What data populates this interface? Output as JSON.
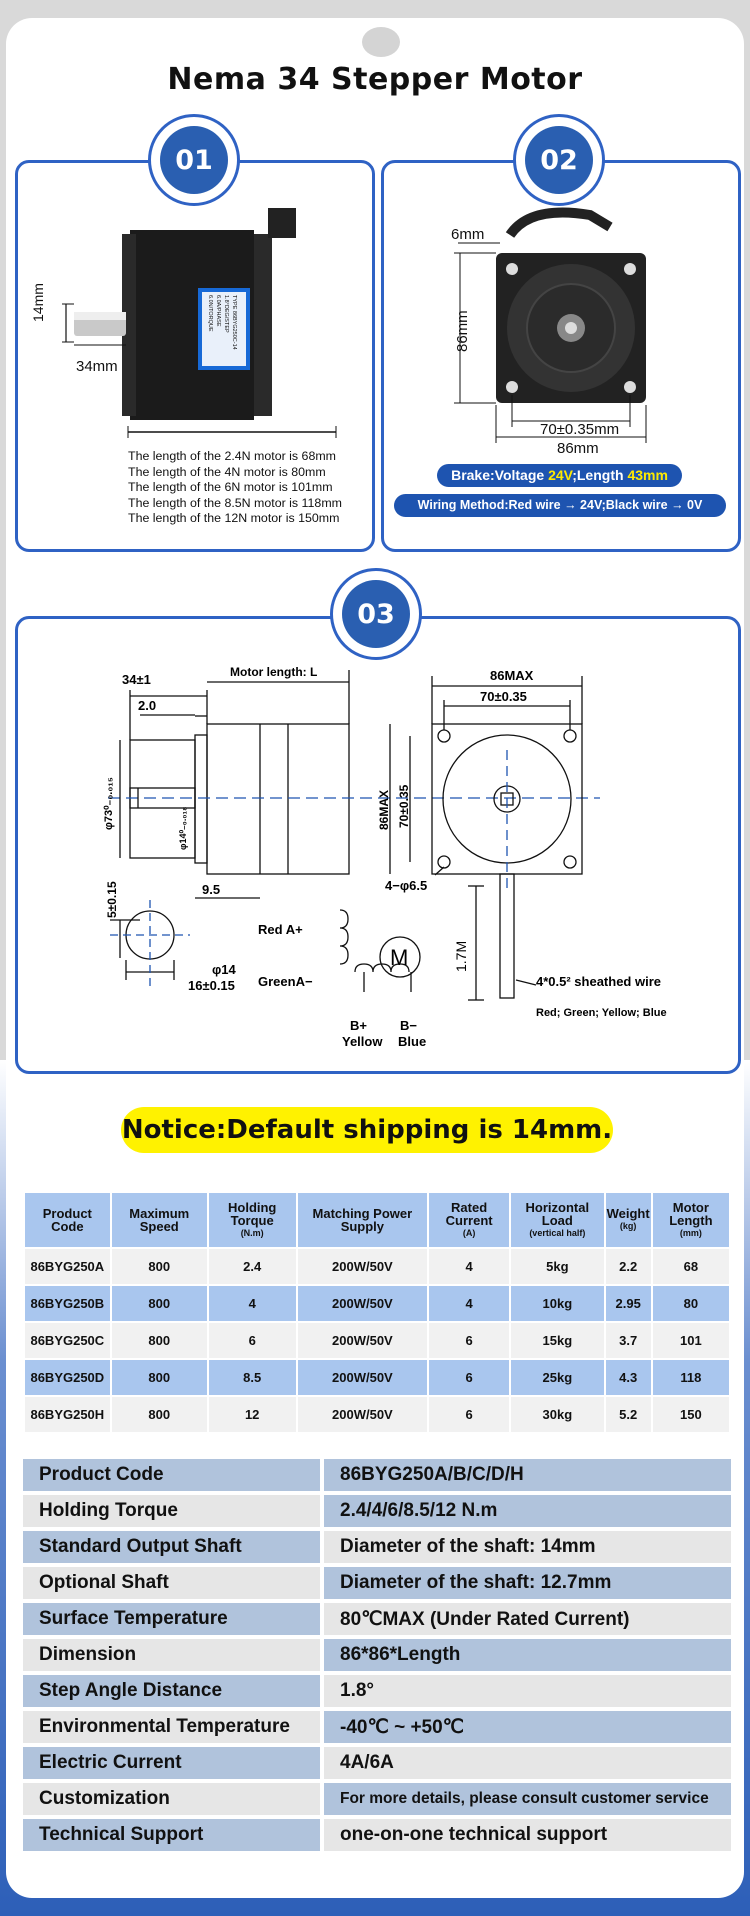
{
  "page_title": "Nema 34 Stepper Motor",
  "panels": {
    "p1": {
      "number": "01",
      "shaft_length": "14mm",
      "front_length": "34mm",
      "label_sticker": "TYPE 86BYG250C-14",
      "lengths": [
        "The length of the 2.4N motor is 68mm",
        "The length of the 4N motor is 80mm",
        "The length of the 6N motor is 101mm",
        "The length of the 8.5N motor is 118mm",
        "The length of the 12N motor is 150mm"
      ]
    },
    "p2": {
      "number": "02",
      "dim_6": "6mm",
      "dim_86_v": "86mm",
      "dim_70": "70±0.35mm",
      "dim_86_h": "86mm",
      "brake_prefix": "Brake:Voltage ",
      "brake_voltage": "24V",
      "brake_mid": ";Length ",
      "brake_length": "43mm",
      "wiring": "Wiring Method:Red wire → 24V;Black wire → 0V"
    },
    "p3": {
      "number": "03",
      "motor_length": "Motor length: L",
      "d34": "34±1",
      "d2": "2.0",
      "d73": "φ73⁰₋₀.₀₁₅",
      "d14": "φ14⁰₋₀.₀₁₈",
      "d95": "9.5",
      "d5": "5±0.15",
      "phi14": "φ14",
      "d16": "16±0.15",
      "d86max": "86MAX",
      "d70": "70±0.35",
      "d86max_v": "86MAX",
      "d70_v": "70±0.35",
      "holes": "4−φ6.5",
      "wire_len": "1.7M",
      "wire_desc": "4*0.5² sheathed wire",
      "wire_colors": "Red; Green; Yellow; Blue",
      "red": "Red A+",
      "green": "GreenA−",
      "bplus": "B+",
      "yellow": "Yellow",
      "bminus": "B−",
      "blue": "Blue",
      "motor_symbol": "M"
    }
  },
  "notice": "Notice:Default shipping is 14mm.",
  "table": {
    "headers": [
      {
        "t": "Product Code",
        "s": ""
      },
      {
        "t": "Maximum Speed",
        "s": ""
      },
      {
        "t": "Holding Torque",
        "s": "(N.m)"
      },
      {
        "t": "Matching Power Supply",
        "s": ""
      },
      {
        "t": "Rated Current",
        "s": "(A)"
      },
      {
        "t": "Horizontal Load",
        "s": "(vertical half)"
      },
      {
        "t": "Weight",
        "s": "(kg)"
      },
      {
        "t": "Motor Length",
        "s": "(mm)"
      }
    ],
    "rows": [
      [
        "86BYG250A",
        "800",
        "2.4",
        "200W/50V",
        "4",
        "5kg",
        "2.2",
        "68"
      ],
      [
        "86BYG250B",
        "800",
        "4",
        "200W/50V",
        "4",
        "10kg",
        "2.95",
        "80"
      ],
      [
        "86BYG250C",
        "800",
        "6",
        "200W/50V",
        "6",
        "15kg",
        "3.7",
        "101"
      ],
      [
        "86BYG250D",
        "800",
        "8.5",
        "200W/50V",
        "6",
        "25kg",
        "4.3",
        "118"
      ],
      [
        "86BYG250H",
        "800",
        "12",
        "200W/50V",
        "6",
        "30kg",
        "5.2",
        "150"
      ]
    ]
  },
  "specs": [
    {
      "k": "Product Code",
      "v": "86BYG250A/B/C/D/H"
    },
    {
      "k": "Holding Torque",
      "v": "2.4/4/6/8.5/12 N.m"
    },
    {
      "k": "Standard Output Shaft",
      "v": "Diameter of the shaft: 14mm"
    },
    {
      "k": "Optional Shaft",
      "v": "Diameter of the shaft: 12.7mm"
    },
    {
      "k": "Surface Temperature",
      "v": "80℃MAX (Under Rated Current)"
    },
    {
      "k": "Dimension",
      "v": "86*86*Length"
    },
    {
      "k": "Step Angle Distance",
      "v": "1.8°"
    },
    {
      "k": "Environmental Temperature",
      "v": "-40℃ ~ +50℃"
    },
    {
      "k": "Electric Current",
      "v": "4A/6A"
    },
    {
      "k": "Customization",
      "v": "For more details, please consult customer service"
    },
    {
      "k": "Technical Support",
      "v": "one-on-one technical support"
    }
  ]
}
